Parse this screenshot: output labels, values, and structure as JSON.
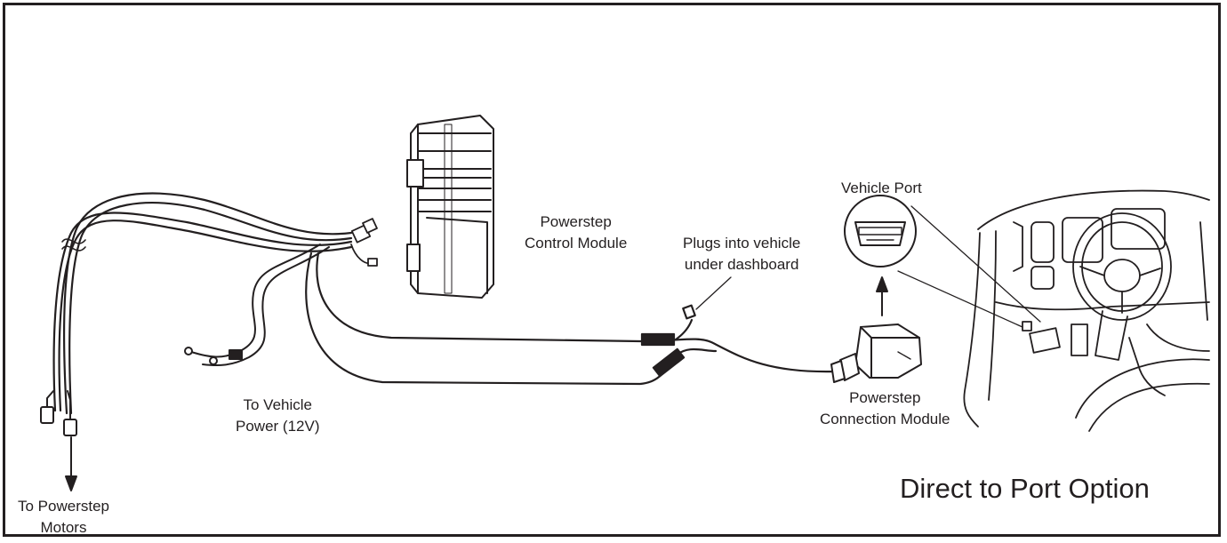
{
  "diagram": {
    "title": "Direct to Port Option",
    "labels": {
      "control_module": [
        "Powerstep",
        "Control Module"
      ],
      "plugs_into": [
        "Plugs into vehicle",
        "under dashboard"
      ],
      "vehicle_port": "Vehicle Port",
      "vehicle_power": [
        "To Vehicle",
        "Power (12V)"
      ],
      "connection_module": [
        "Powerstep",
        "Connection Module"
      ],
      "motors": [
        "To Powerstep",
        "Motors"
      ]
    }
  },
  "colors": {
    "ink": "#231f20",
    "background": "#ffffff"
  }
}
